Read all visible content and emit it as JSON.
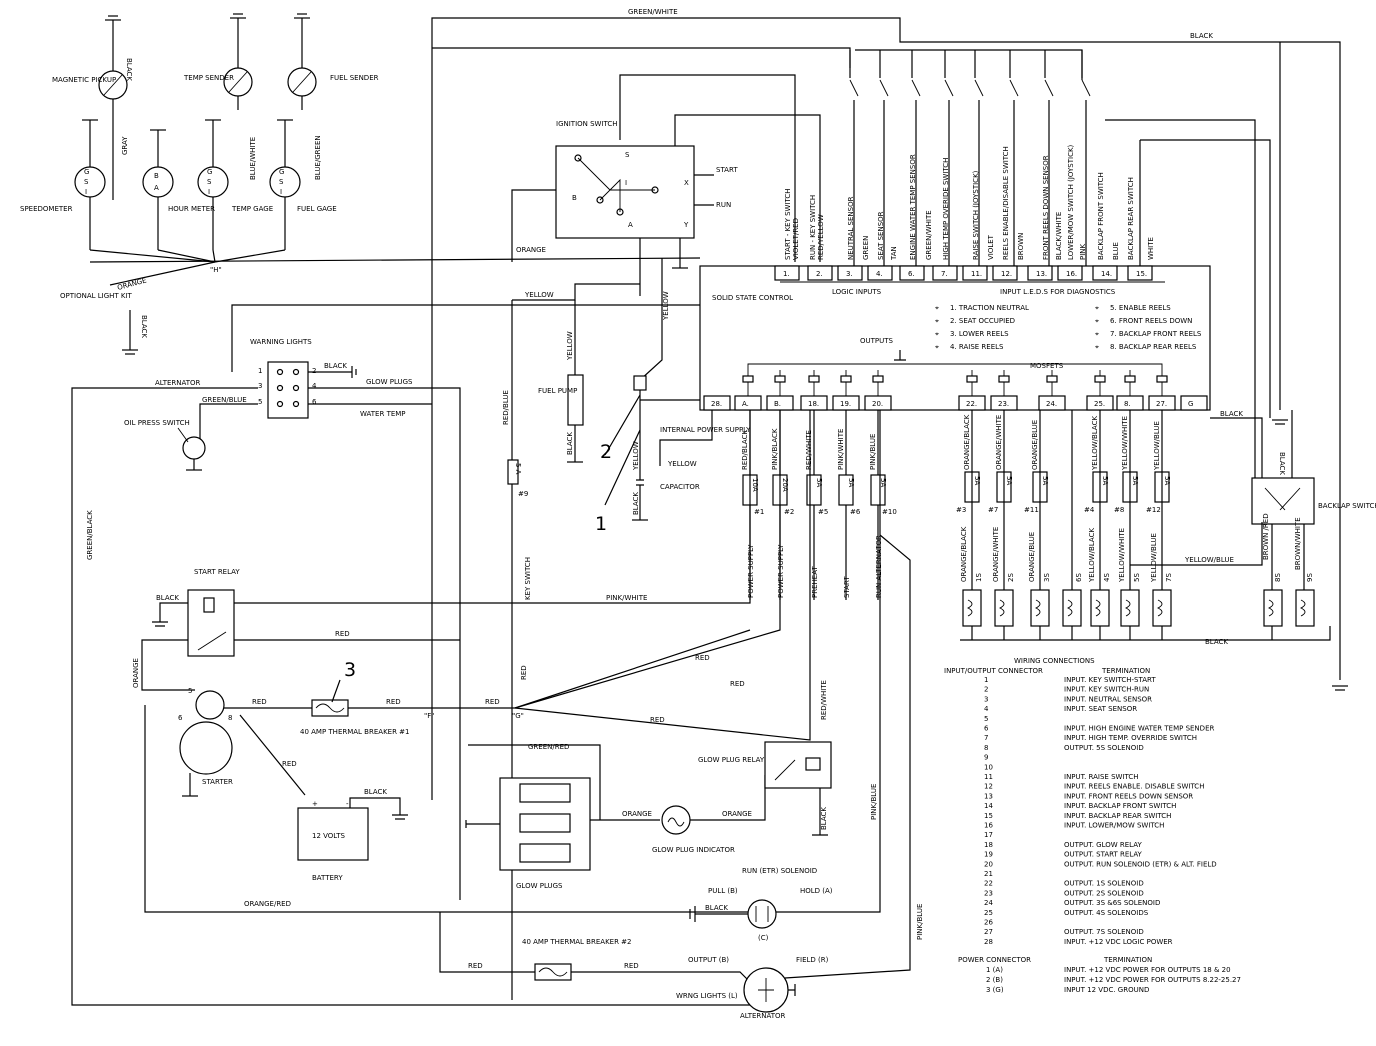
{
  "gauges": {
    "magnetic_pickup": "MAGNETIC PICKUP",
    "temp_sender": "TEMP SENDER",
    "fuel_sender": "FUEL SENDER",
    "speedometer": "SPEEDOMETER",
    "hour_meter": "HOUR METER",
    "temp_gage": "TEMP GAGE",
    "fuel_gage": "FUEL GAGE",
    "optional_light_kit": "OPTIONAL LIGHT KIT",
    "h_junction": "\"H\""
  },
  "ignition": {
    "title": "IGNITION SWITCH",
    "start": "START",
    "run": "RUN",
    "terms": [
      "S",
      "I",
      "B",
      "A",
      "X",
      "Y"
    ]
  },
  "warning_lights": {
    "title": "WARNING LIGHTS",
    "alternator": "ALTERNATOR",
    "glow_plugs": "GLOW PLUGS",
    "water_temp": "WATER TEMP",
    "oil_press_switch": "OIL PRESS SWITCH",
    "pins": [
      "1",
      "2",
      "3",
      "4",
      "5",
      "6"
    ]
  },
  "wires": {
    "green_white": "GREEN/WHITE",
    "black": "BLACK",
    "gray": "GRAY",
    "orange": "ORANGE",
    "yellow": "YELLOW",
    "red_blue": "RED/BLUE",
    "green_blue": "GREEN/BLUE",
    "green_black": "GREEN/BLACK",
    "blue_white": "BLUE/WHITE",
    "blue_green": "BLUE/GREEN",
    "key_switch": "KEY SWITCH",
    "pink_white": "PINK/WHITE",
    "red": "RED",
    "green_red": "GREEN/RED",
    "orange_red": "ORANGE/RED",
    "red_white": "RED/WHITE",
    "pink_blue": "PINK/BLUE",
    "yellow_blue": "YELLOW/BLUE",
    "brown_red": "BROWN /RED",
    "brown_white": "BROWN/WHITE",
    "f_junction": "\"F\"",
    "g_junction": "\"G\"",
    "fuse_5a": "5 A",
    "fuse_9": "#9"
  },
  "callouts": [
    "1",
    "2",
    "3"
  ],
  "fuel": {
    "fuel_pump": "FUEL PUMP",
    "internal_power_supply": "INTERNAL POWER SUPPLY",
    "capacitor": "CAPACITOR"
  },
  "input_wires": [
    "START - KEY SWITCH",
    "VIOLET/RED",
    "RUN - KEY SWITCH",
    "RED/YELLOW",
    "NEUTRAL SENSOR",
    "GREEN",
    "SEAT SENSOR",
    "TAN",
    "ENGINE WATER TEMP SENSOR",
    "GREEN/WHITE",
    "HIGH TEMP OVERIDE SWITCH",
    "RAISE SWITCH (JOYSTICK)",
    "VIOLET",
    "REELS ENABLE/DISABLE SWITCH",
    "BROWN",
    "FRONT REELS DOWN SENSOR",
    "BLACK/WHITE",
    "LOWER/MOW SWITCH (JOYSTICK)",
    "PINK",
    "BACKLAP FRONT SWITCH",
    "BLUE",
    "BACKLAP REAR SWITCH",
    "WHITE"
  ],
  "solid_state": {
    "title": "SOLID STATE CONTROL",
    "logic_inputs": "LOGIC INPUTS",
    "input_leds": "INPUT L.E.D.S FOR DIAGNOSTICS",
    "outputs": "OUTPUTS",
    "mosfets": "MOSFETS",
    "top_pins": [
      "1.",
      "2.",
      "3.",
      "4.",
      "6.",
      "7.",
      "11.",
      "12.",
      "13.",
      "16.",
      "14.",
      "15."
    ],
    "bottom_pins": [
      "28.",
      "A.",
      "B.",
      "18.",
      "19.",
      "20.",
      "22.",
      "23.",
      "24.",
      "25.",
      "8.",
      "27.",
      "G"
    ],
    "leds_left": [
      "1. TRACTION NEUTRAL",
      "2. SEAT OCCUPIED",
      "3. LOWER REELS",
      "4. RAISE REELS"
    ],
    "leds_right": [
      "5. ENABLE REELS",
      "6. FRONT REELS DOWN",
      "7. BACKLAP FRONT REELS",
      "8. BACKLAP REAR REELS"
    ]
  },
  "output_fuses": [
    {
      "wire": "RED/BLACK",
      "rating": "10A",
      "num": "#1",
      "func": "POWER SUPPLY"
    },
    {
      "wire": "PINK/BLACK",
      "rating": "20A",
      "num": "#2",
      "func": "POWER SUPPLY"
    },
    {
      "wire": "RED/WHITE",
      "rating": "5A",
      "num": "#5",
      "func": "PREHEAT"
    },
    {
      "wire": "PINK/WHITE",
      "rating": "5A",
      "num": "#6",
      "func": "START"
    },
    {
      "wire": "PINK/BLUE",
      "rating": "5A",
      "num": "#10",
      "func": "RUN  ALTERNATOR"
    }
  ],
  "solenoid_fuses": [
    {
      "wire": "ORANGE/BLACK",
      "rating": "5A",
      "num": "#3",
      "out": "ORANGE/BLACK",
      "sol": "1S"
    },
    {
      "wire": "ORANGE/WHITE",
      "rating": "5A",
      "num": "#7",
      "out": "ORANGE/WHITE",
      "sol": "2S"
    },
    {
      "wire": "ORANGE/BLUE",
      "rating": "5A",
      "num": "#11",
      "out": "ORANGE/BLUE",
      "sol": "3S"
    },
    {
      "wire": "",
      "rating": "",
      "num": "",
      "out": "",
      "sol": "6S"
    },
    {
      "wire": "YELLOW/BLACK",
      "rating": "5A",
      "num": "#4",
      "out": "YELLOW/BLACK",
      "sol": "4S"
    },
    {
      "wire": "YELLOW/WHITE",
      "rating": "5A",
      "num": "#8",
      "out": "YELLOW/WHITE",
      "sol": "5S"
    },
    {
      "wire": "YELLOW/BLUE",
      "rating": "5A",
      "num": "#12",
      "out": "YELLOW/BLUE",
      "sol": "7S"
    }
  ],
  "backlap": {
    "title": "BACKLAP SWITCH",
    "sol_left": "8S",
    "sol_right": "9S"
  },
  "power": {
    "start_relay": "START RELAY",
    "starter": "STARTER",
    "thermal_1": "40 AMP THERMAL BREAKER #1",
    "thermal_2": "40 AMP THERMAL BREAKER #2",
    "battery": "BATTERY",
    "volts": "12 VOLTS",
    "glow_plugs": "GLOW PLUGS",
    "glow_indicator": "GLOW PLUG INDICATOR",
    "glow_relay": "GLOW PLUG RELAY",
    "run_solenoid": "RUN (ETR) SOLENOID",
    "pull": "PULL (B)",
    "hold": "HOLD (A)",
    "common": "(C)",
    "output_b": "OUTPUT (B)",
    "field_r": "FIELD (R)",
    "warn_lights_l": "WRNG LIGHTS (L)",
    "alternator": "ALTERNATOR",
    "starter_pins": [
      "5",
      "6",
      "8"
    ],
    "battery_plus": "+",
    "battery_minus": "-"
  },
  "connections": {
    "title": "WIRING CONNECTIONS",
    "col1": "INPUT/OUTPUT CONNECTOR",
    "col2": "TERMINATION",
    "rows": [
      [
        "1",
        "INPUT. KEY SWITCH-START"
      ],
      [
        "2",
        "INPUT. KEY SWITCH-RUN"
      ],
      [
        "3",
        "INPUT. NEUTRAL SENSOR"
      ],
      [
        "4",
        "INPUT. SEAT SENSOR"
      ],
      [
        "5",
        ""
      ],
      [
        "6",
        "INPUT. HIGH ENGINE WATER TEMP SENDER"
      ],
      [
        "7",
        "INPUT. HIGH TEMP. OVERRIDE SWITCH"
      ],
      [
        "8",
        "OUTPUT. 5S SOLENOID"
      ],
      [
        "9",
        ""
      ],
      [
        "10",
        ""
      ],
      [
        "11",
        "INPUT. RAISE SWITCH"
      ],
      [
        "12",
        "INPUT. REELS ENABLE. DISABLE SWITCH"
      ],
      [
        "13",
        "INPUT. FRONT REELS DOWN SENSOR"
      ],
      [
        "14",
        "INPUT. BACKLAP FRONT SWITCH"
      ],
      [
        "15",
        "INPUT. BACKLAP REAR SWITCH"
      ],
      [
        "16",
        "INPUT. LOWER/MOW SWITCH"
      ],
      [
        "17",
        ""
      ],
      [
        "18",
        "OUTPUT. GLOW RELAY"
      ],
      [
        "19",
        "OUTPUT. START RELAY"
      ],
      [
        "20",
        "OUTPUT. RUN SOLENOID (ETR) & ALT. FIELD"
      ],
      [
        "21",
        ""
      ],
      [
        "22",
        "OUTPUT. 1S SOLENOID"
      ],
      [
        "23",
        "OUTPUT. 2S SOLENOID"
      ],
      [
        "24",
        "OUTPUT. 3S &6S SOLENOID"
      ],
      [
        "25",
        "OUTPUT. 4S SOLENOIDS"
      ],
      [
        "26",
        ""
      ],
      [
        "27",
        "OUTPUT. 7S SOLENOID"
      ],
      [
        "28",
        "INPUT. +12 VDC LOGIC POWER"
      ]
    ],
    "power_title": "POWER CONNECTOR",
    "power_term": "TERMINATION",
    "power_rows": [
      [
        "1 (A)",
        "INPUT. +12 VDC POWER FOR OUTPUTS 18 & 20"
      ],
      [
        "2 (B)",
        "INPUT. +12 VDC POWER FOR OUTPUTS 8.22-25.27"
      ],
      [
        "3 (G)",
        "INPUT 12 VDC. GROUND"
      ]
    ]
  }
}
